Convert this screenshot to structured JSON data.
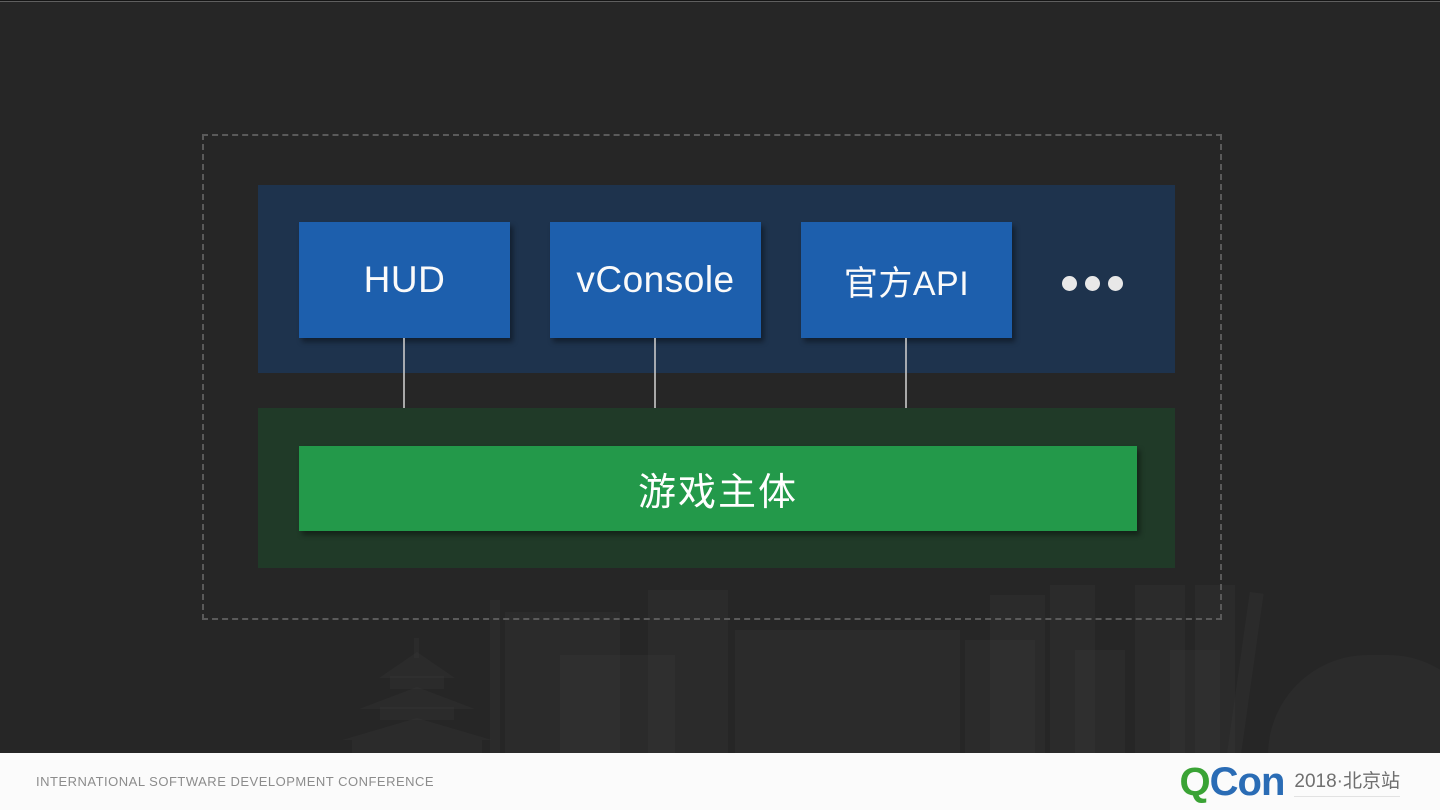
{
  "diagram": {
    "top_panel": {
      "boxes": [
        {
          "label": "HUD"
        },
        {
          "label": "vConsole"
        },
        {
          "label": "官方API"
        }
      ],
      "more_indicator": "•••"
    },
    "main_box": {
      "label": "游戏主体"
    },
    "colors": {
      "plugin_box_blue": "#1d5fad",
      "top_panel_navy": "#1e334d",
      "bottom_panel_dark_green": "#203a28",
      "main_bar_green": "#23994a",
      "arrow_gray": "#c9c9c9",
      "frame_dash_gray": "#5a5a5a",
      "background": "#262626"
    }
  },
  "footer": {
    "conference_label": "INTERNATIONAL SOFTWARE DEVELOPMENT CONFERENCE",
    "logo": {
      "q": "Q",
      "con": "Con",
      "event": "2018·北京站",
      "q_color": "#3aa335",
      "con_color": "#2a6cb5"
    }
  }
}
